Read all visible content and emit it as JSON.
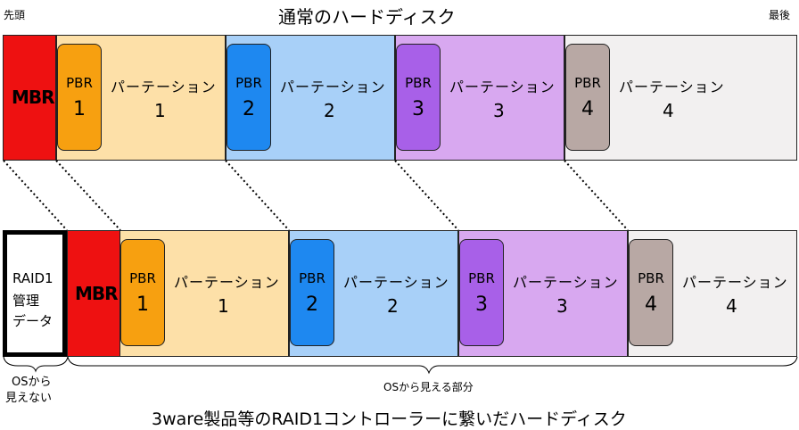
{
  "top": {
    "title": "通常のハードディスク",
    "start_label": "先頭",
    "end_label": "最後",
    "mbr": "MBR",
    "segments": [
      {
        "pbr": "PBR",
        "pbr_num": "1",
        "label": "パーテーション",
        "num": "1",
        "fill": "#fde0a8",
        "pbr_fill": "#f7a010"
      },
      {
        "pbr": "PBR",
        "pbr_num": "2",
        "label": "パーテーション",
        "num": "2",
        "fill": "#a8d0f8",
        "pbr_fill": "#1e88f0"
      },
      {
        "pbr": "PBR",
        "pbr_num": "3",
        "label": "パーテーション",
        "num": "3",
        "fill": "#d8a8f0",
        "pbr_fill": "#a860e8"
      },
      {
        "pbr": "PBR",
        "pbr_num": "4",
        "label": "パーテーション",
        "num": "4",
        "fill": "#f2f0f0",
        "pbr_fill": "#b8a8a4"
      }
    ]
  },
  "bottom": {
    "raid_label": [
      "RAID1",
      "管理",
      "データ"
    ],
    "mbr": "MBR",
    "segments": [
      {
        "pbr": "PBR",
        "pbr_num": "1",
        "label": "パーテーション",
        "num": "1",
        "fill": "#fde0a8",
        "pbr_fill": "#f7a010"
      },
      {
        "pbr": "PBR",
        "pbr_num": "2",
        "label": "パーテーション",
        "num": "2",
        "fill": "#a8d0f8",
        "pbr_fill": "#1e88f0"
      },
      {
        "pbr": "PBR",
        "pbr_num": "3",
        "label": "パーテーション",
        "num": "3",
        "fill": "#d8a8f0",
        "pbr_fill": "#a860e8"
      },
      {
        "pbr": "PBR",
        "pbr_num": "4",
        "label": "パーテーション",
        "num": "4",
        "fill": "#f2f0f0",
        "pbr_fill": "#b8a8a4"
      }
    ],
    "hidden_label": [
      "OSから",
      "見えない"
    ],
    "visible_label": "OSから見える部分",
    "caption": "3ware製品等のRAID1コントローラーに繋いだハードディスク"
  },
  "colors": {
    "mbr": "#ee1111"
  }
}
